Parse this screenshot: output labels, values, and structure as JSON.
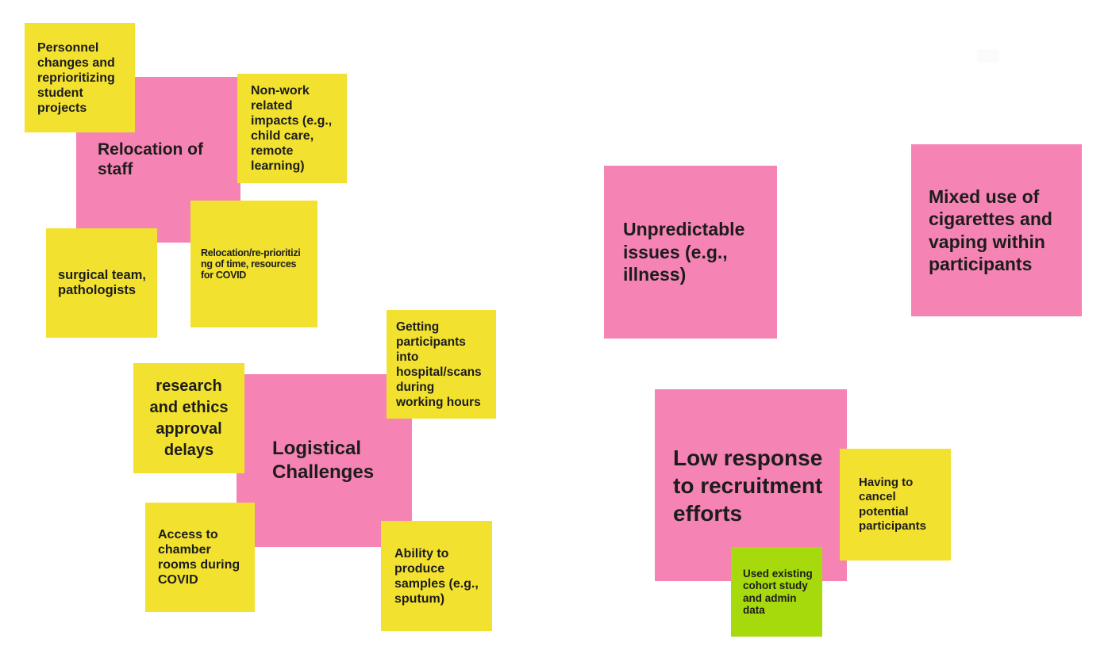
{
  "board": {
    "background_color": "#ffffff"
  },
  "palette": {
    "sticky_pink": "#f584b4",
    "sticky_yellow": "#f2e22f",
    "sticky_green": "#a6da0c",
    "text_color": "#1d1c1d"
  },
  "notes": [
    {
      "id": "personnel-changes",
      "color": "yellow",
      "text": "Personnel\nchanges and\nreprioritizing\nstudent\nprojects"
    },
    {
      "id": "relocation-of-staff",
      "color": "pink",
      "text": "Relocation of\nstaff"
    },
    {
      "id": "non-work-impacts",
      "color": "yellow",
      "text": "Non-work\nrelated\nimpacts (e.g.,\nchild care,\nremote\nlearning)"
    },
    {
      "id": "surgical-team",
      "color": "yellow",
      "text": "surgical team,\npathologists"
    },
    {
      "id": "relocation-reprioritizing",
      "color": "yellow",
      "text": "Relocation/re-prioritizi\nng of time, resources\nfor COVID"
    },
    {
      "id": "getting-participants",
      "color": "yellow",
      "text": "Getting\nparticipants\ninto\nhospital/scans\nduring\nworking hours"
    },
    {
      "id": "research-ethics-delays",
      "color": "yellow",
      "text": "research\nand ethics\napproval\ndelays"
    },
    {
      "id": "logistical-challenges",
      "color": "pink",
      "text": "Logistical\nChallenges"
    },
    {
      "id": "access-chamber-rooms",
      "color": "yellow",
      "text": "Access to\nchamber\nrooms during\nCOVID"
    },
    {
      "id": "ability-produce-samples",
      "color": "yellow",
      "text": "Ability to\nproduce\nsamples (e.g.,\nsputum)"
    },
    {
      "id": "unpredictable-issues",
      "color": "pink",
      "text": "Unpredictable\nissues (e.g.,\nillness)"
    },
    {
      "id": "mixed-use-cigarettes",
      "color": "pink",
      "text": "Mixed use of\ncigarettes and\nvaping within\nparticipants"
    },
    {
      "id": "low-response-recruitment",
      "color": "pink",
      "text": "Low response\nto recruitment\nefforts"
    },
    {
      "id": "having-to-cancel",
      "color": "yellow",
      "text": "Having to\ncancel\npotential\nparticipants"
    },
    {
      "id": "used-existing-cohort",
      "color": "green",
      "text": "Used existing\ncohort study\nand admin\ndata"
    }
  ]
}
